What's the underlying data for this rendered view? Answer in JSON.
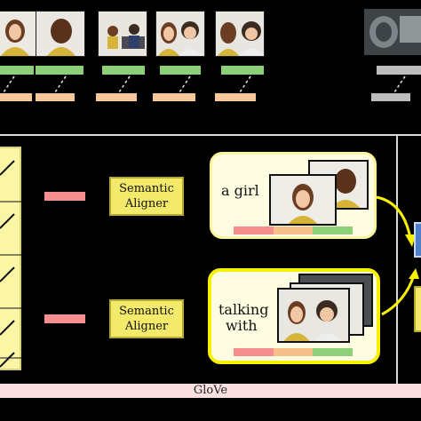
{
  "aligners": [
    {
      "line1": "Semantic",
      "line2": "Aligner"
    },
    {
      "line1": "Semantic",
      "line2": "Aligner"
    }
  ],
  "phrases": [
    {
      "text": "a girl"
    },
    {
      "line1": "talking",
      "line2": "with"
    }
  ],
  "embedding_label": "GloVe",
  "colors": {
    "green_bar": "#8ed07a",
    "orange_bar": "#f6c79b",
    "pink_bar": "#f58e8e",
    "encoder": "#fbf6a6",
    "aligner": "#f3e96b",
    "highlight": "#f7f000",
    "phrase_box": "#fffde1",
    "grey_bar": "#bdbdbd",
    "glove_bar": "#fbe0e2",
    "token_colors": [
      "#f58e8e",
      "#f6c08a",
      "#8ed07a"
    ]
  }
}
